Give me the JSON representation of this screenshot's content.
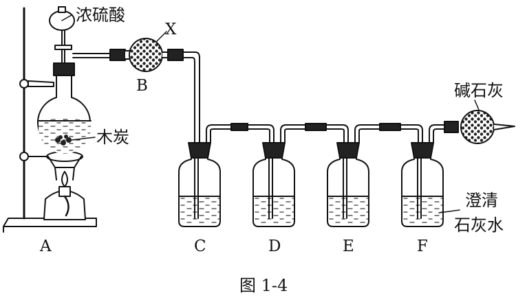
{
  "labels": {
    "conc_sulfuric_acid": "浓硫酸",
    "x": "X",
    "b": "B",
    "charcoal": "木炭",
    "soda_lime": "碱石灰",
    "limewater_1": "澄清",
    "limewater_2": "石灰水"
  },
  "bottle_letters": [
    "C",
    "D",
    "E",
    "F"
  ],
  "apparatus_a": "A",
  "caption": "图 1-4"
}
